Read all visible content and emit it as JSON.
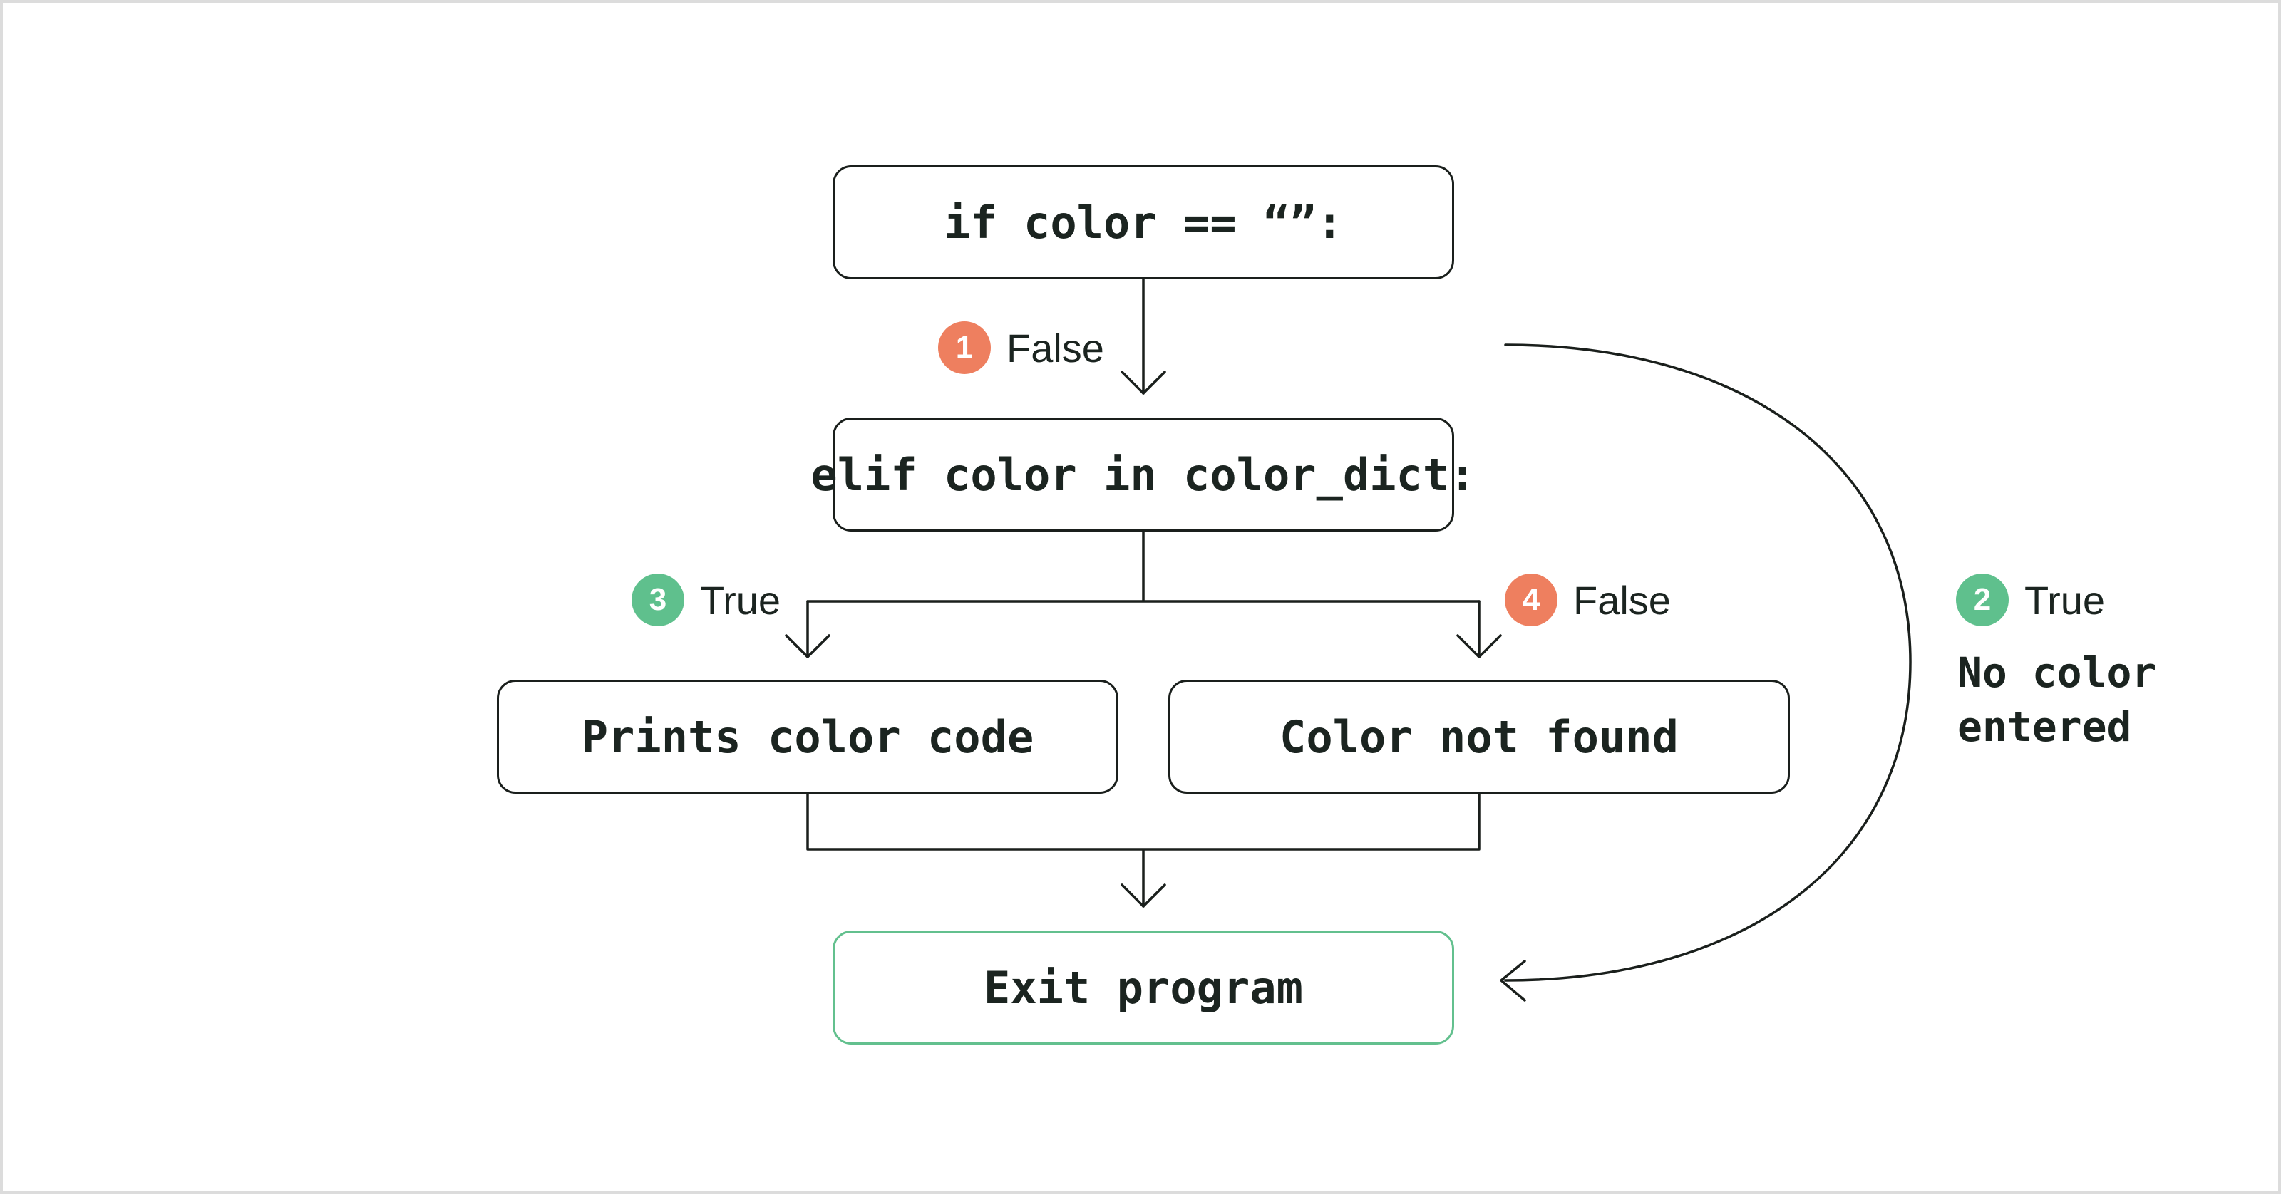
{
  "diagram": {
    "nodes": {
      "if_color": "if color == “”:",
      "elif_color": "elif color in color_dict:",
      "prints_code": "Prints color code",
      "not_found": "Color not found",
      "exit": "Exit program"
    },
    "edges": {
      "e1": {
        "number": "1",
        "label": "False"
      },
      "e2": {
        "number": "2",
        "label": "True",
        "note_line1": "No color",
        "note_line2": "entered"
      },
      "e3": {
        "number": "3",
        "label": "True"
      },
      "e4": {
        "number": "4",
        "label": "False"
      }
    }
  },
  "colors": {
    "line": "#1a1f1c",
    "exit_border": "#63c08e",
    "badge_orange": "#ee7f5f",
    "badge_green": "#5fc08d"
  }
}
